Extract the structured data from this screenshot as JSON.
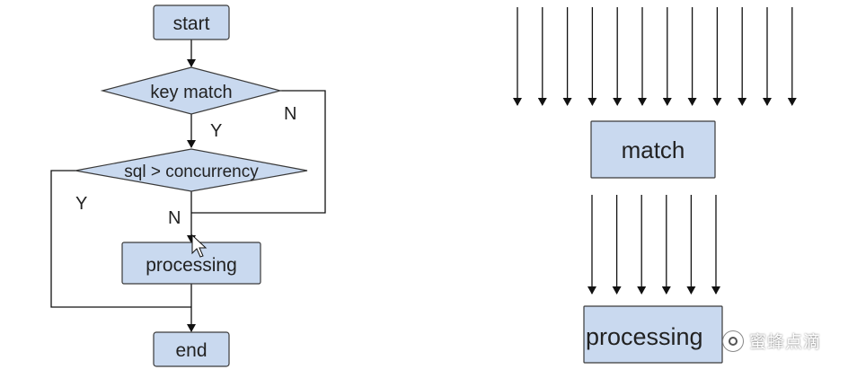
{
  "flowchart": {
    "start_label": "start",
    "decision1_label": "key match",
    "decision1_yes": "Y",
    "decision1_no": "N",
    "decision2_label": "sql > concurrency",
    "decision2_yes": "Y",
    "decision2_no": "N",
    "process_label": "processing",
    "end_label": "end"
  },
  "diagram": {
    "input_arrow_count": 12,
    "match_label": "match",
    "output_arrow_count": 6,
    "processing_label": "processing"
  },
  "watermark": {
    "text": "蜜蜂点滴"
  },
  "colors": {
    "box_fill": "#c9d9ef",
    "box_stroke": "#3a3a3a",
    "line": "#111111"
  }
}
